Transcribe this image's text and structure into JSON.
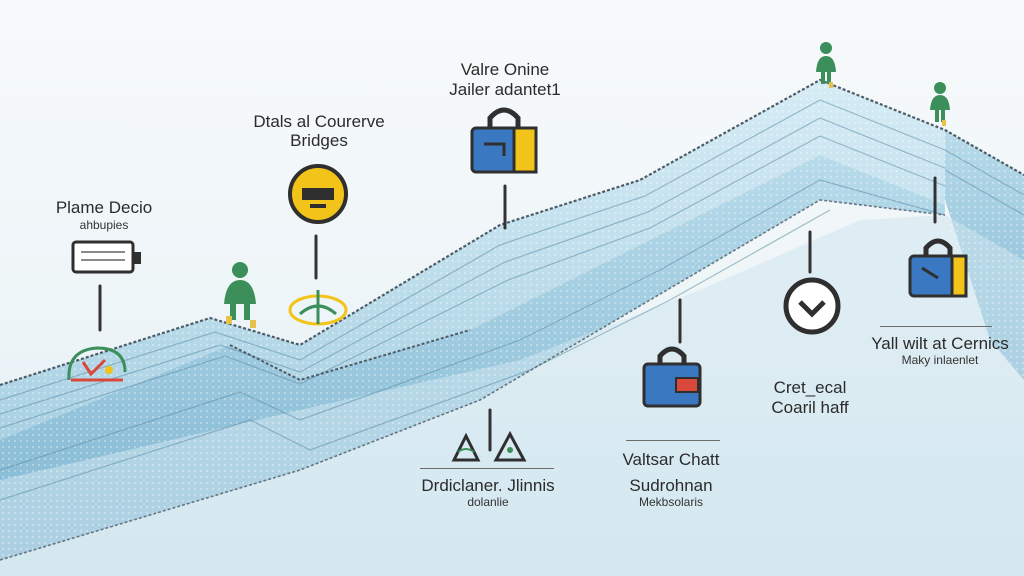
{
  "labels": {
    "a_title": "Plame Decio",
    "a_sub": "ahbupies",
    "b_title": "Dtals al Courerve",
    "b_title2": "Bridges",
    "c_title": "Valre Onine",
    "c_title2": "Jailer adantet1",
    "d_title": "Drdiclaner. Jlinnis",
    "d_sub": "dolanlie",
    "e_title": "Valtsar Chatt",
    "e_title2": "Sudrohnan",
    "e_sub": "Mekbsolaris",
    "f_title": "Cret_ecal",
    "f_title2": "Coaril haff",
    "g_title": "Yall wilt at Cernics",
    "g_sub": "Maky inlaenlet"
  },
  "icons": [
    "monitor-icon",
    "landmark-emblem-icon",
    "coin-slot-icon",
    "emblem-icon",
    "lock-icon",
    "wave-triangles-icon",
    "lock-icon",
    "dislike-icon",
    "lock-icon",
    "worker-figure"
  ],
  "colors": {
    "ridge_light": "#cde6f1",
    "ridge_mid": "#9fcbe0",
    "ridge_dark": "#6fa9c8",
    "lock_blue": "#3b78c2",
    "lock_yellow": "#f2c318",
    "figure_green": "#3c8f5b"
  }
}
